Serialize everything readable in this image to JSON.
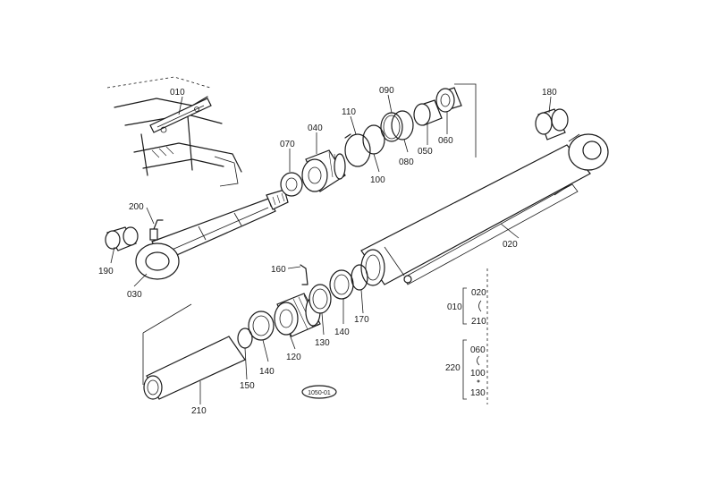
{
  "labels": {
    "p010": "010",
    "p020": "020",
    "p030": "030",
    "p040": "040",
    "p050": "050",
    "p060": "060",
    "p070": "070",
    "p080": "080",
    "p090": "090",
    "p100": "100",
    "p110": "110",
    "p120": "120",
    "p130": "130",
    "p140a": "140",
    "p140b": "140",
    "p150": "150",
    "p160": "160",
    "p170": "170",
    "p180": "180",
    "p190": "190",
    "p200": "200",
    "p210": "210"
  },
  "kits": {
    "kit010": {
      "id": "010",
      "a": "020",
      "b": "210"
    },
    "kit220": {
      "id": "220",
      "a": "060",
      "b": "100",
      "c": "130"
    }
  },
  "drawing_code": "1050-01"
}
